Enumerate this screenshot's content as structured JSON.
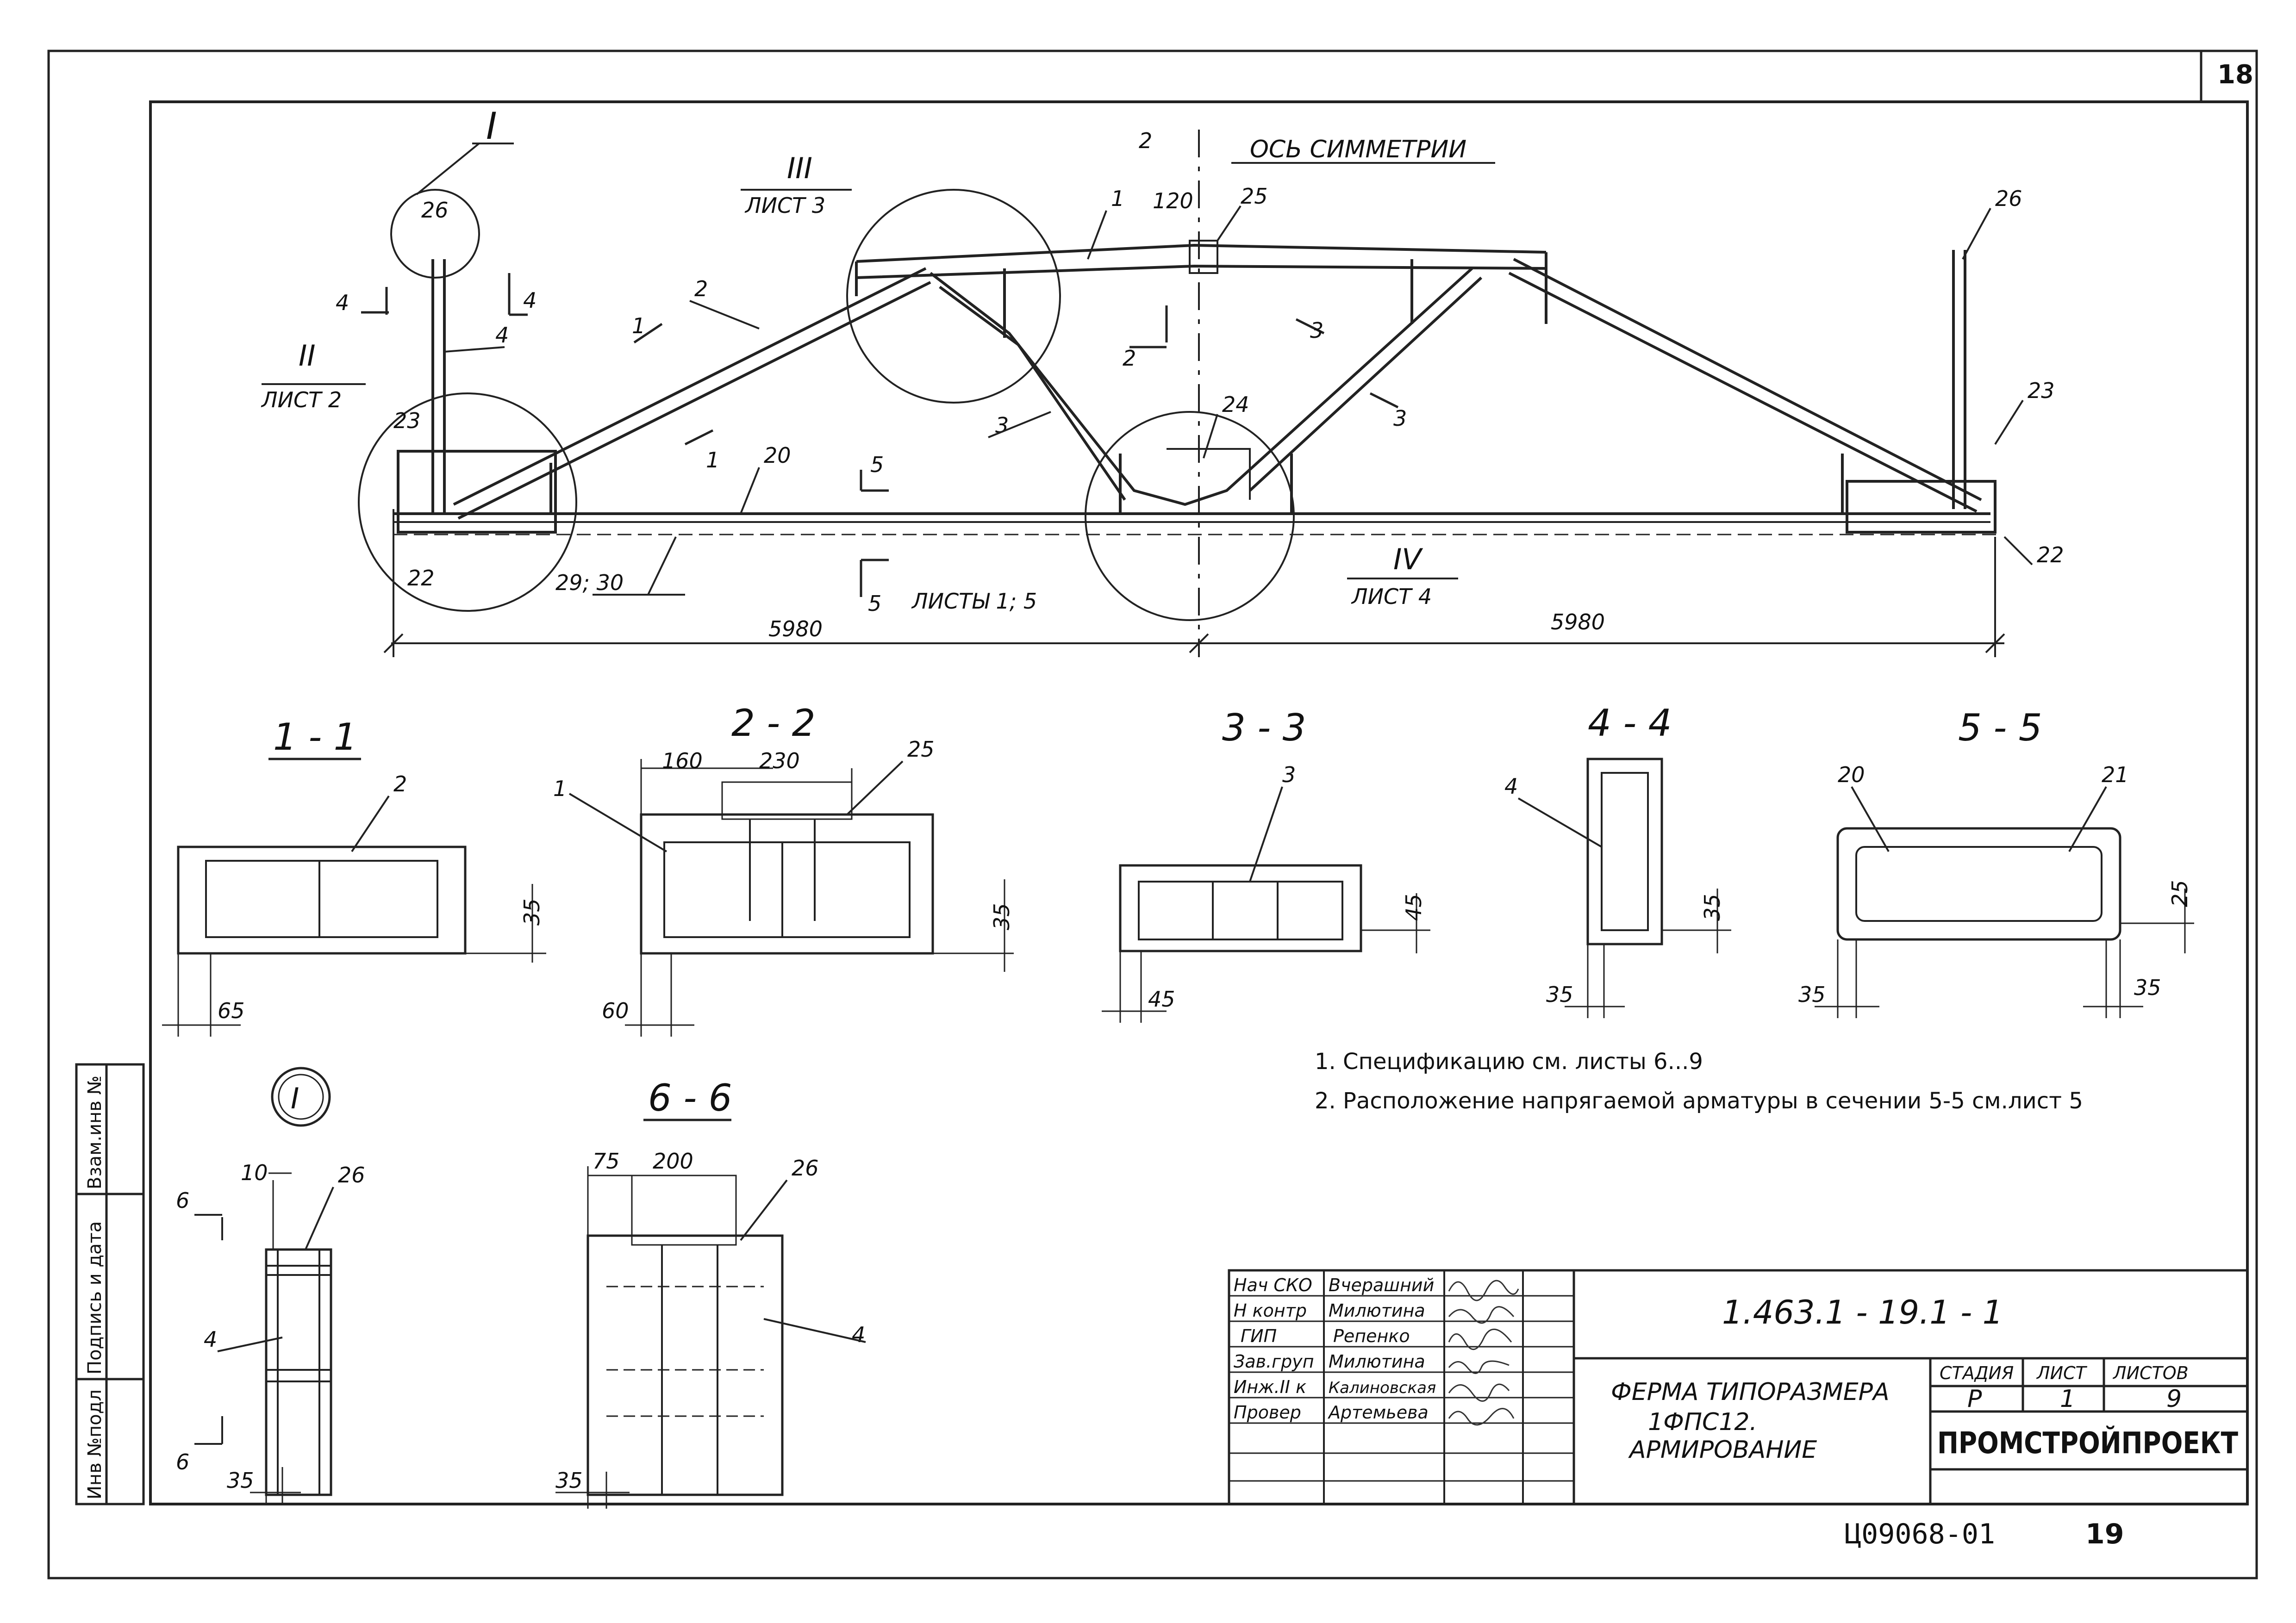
{
  "sheet_number": "18",
  "truss": {
    "axis_label": "ОСЬ СИММЕТРИИ",
    "callouts": [
      {
        "roman": "I",
        "sheet": ""
      },
      {
        "roman": "II",
        "sheet": "ЛИСТ 2"
      },
      {
        "roman": "III",
        "sheet": "ЛИСТ 3"
      },
      {
        "roman": "IV",
        "sheet": "ЛИСТ 4"
      }
    ],
    "marks": [
      "26",
      "4",
      "2",
      "1",
      "120",
      "25",
      "2",
      "3",
      "24",
      "23",
      "20",
      "22",
      "29; 30",
      "26",
      "23",
      "22"
    ],
    "section_cuts": [
      "4",
      "4",
      "1",
      "1",
      "2",
      "2",
      "3",
      "3",
      "5",
      "5"
    ],
    "sheets_note": "ЛИСТЫ 1; 5",
    "dims": [
      "5980",
      "5980"
    ]
  },
  "sections": [
    {
      "title": "1 - 1",
      "mark": "2",
      "dims": [
        "65",
        "35"
      ]
    },
    {
      "title": "2 - 2",
      "mark": "25",
      "mark2": "1",
      "dims": [
        "160",
        "230",
        "60",
        "35"
      ]
    },
    {
      "title": "3 - 3",
      "mark": "3",
      "dims": [
        "45",
        "45"
      ]
    },
    {
      "title": "4 - 4",
      "mark": "4",
      "dims": [
        "35",
        "35"
      ]
    },
    {
      "title": "5 - 5",
      "mark": "20",
      "mark2": "21",
      "dims": [
        "35",
        "35",
        "25"
      ]
    }
  ],
  "node_detail": {
    "roman": "I",
    "marks": [
      "26",
      "4"
    ],
    "dims": [
      "10",
      "35"
    ],
    "cut": "6"
  },
  "section6": {
    "title": "6 - 6",
    "marks": [
      "26",
      "4"
    ],
    "dims": [
      "75",
      "200",
      "35"
    ]
  },
  "notes": [
    "1. Спецификацию см. листы 6...9",
    "2. Расположение напрягаемой арматуры в сечении 5-5 см.лист 5"
  ],
  "side_stamp": [
    "Инв №подл",
    "Подпись и дата",
    "Взам.инв №"
  ],
  "title_block": {
    "rows": [
      {
        "role": "Нач СКО",
        "name": "Вчерашний"
      },
      {
        "role": "Н контр",
        "name": "Милютина"
      },
      {
        "role": "ГИП",
        "name": "Репенко"
      },
      {
        "role": "Зав.груп",
        "name": "Милютина"
      },
      {
        "role": "Инж.II к",
        "name": "Калиновская"
      },
      {
        "role": "Провер",
        "name": "Артемьева"
      }
    ],
    "code": "1.463.1 - 19.1 - 1",
    "title_lines": [
      "ФЕРМА ТИПОРАЗМЕРА",
      "1ФПС12.",
      "АРМИРОВАНИЕ"
    ],
    "stage_header": "СТАДИЯ",
    "sheet_header": "ЛИСТ",
    "sheets_header": "ЛИСТОВ",
    "stage": "Р",
    "sheet": "1",
    "sheets": "9",
    "org": "ПРОМСТРОЙПРОЕКТ"
  },
  "footer": {
    "archive": "Ц09068-01",
    "page": "19"
  }
}
